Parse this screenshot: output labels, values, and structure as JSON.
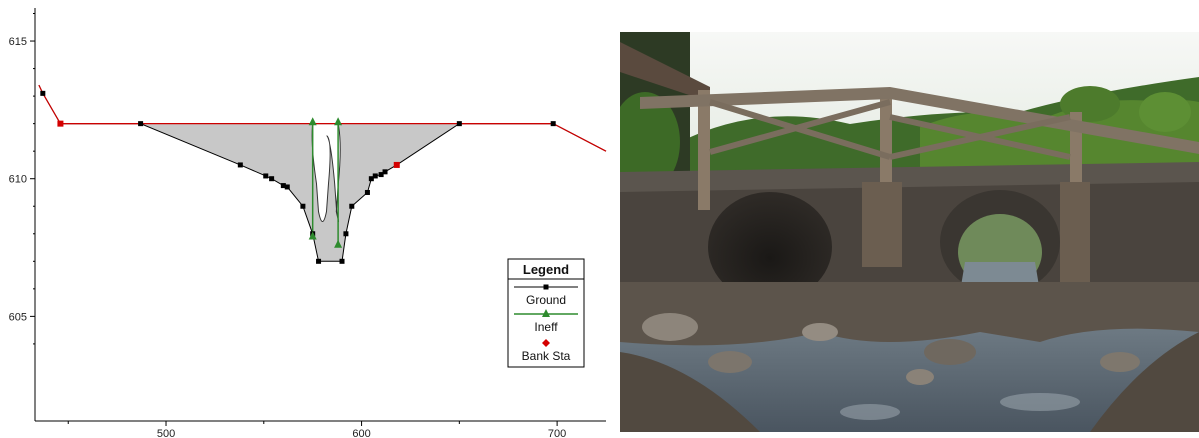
{
  "chart_data": {
    "type": "line",
    "xlim": [
      433,
      725
    ],
    "ylim": [
      601.2,
      616.2
    ],
    "x_ticks": [
      500,
      600,
      700
    ],
    "y_ticks": [
      605,
      610,
      615
    ],
    "x_tick_labels": [
      "500",
      "600",
      "700"
    ],
    "y_tick_labels": [
      "605",
      "610",
      "615"
    ],
    "grid": false,
    "legend_position": "bottom-right",
    "legend": {
      "title": "Legend",
      "entries": [
        "Ground",
        "Ineff",
        "Bank Sta"
      ]
    },
    "series": [
      {
        "name": "Ground",
        "color": "#000000",
        "marker": "square",
        "x": [
          435,
          437,
          446,
          487,
          538,
          551,
          554,
          560,
          562,
          570,
          575,
          578,
          590,
          592,
          595,
          603,
          605,
          607,
          610,
          612,
          618,
          650,
          698,
          725
        ],
        "y": [
          613.4,
          613.1,
          612.0,
          612.0,
          610.5,
          610.1,
          610.0,
          609.75,
          609.7,
          609.0,
          608.0,
          607.0,
          607.0,
          608.0,
          609.0,
          609.5,
          610.0,
          610.1,
          610.15,
          610.25,
          610.5,
          612.0,
          612.0,
          611.0
        ]
      },
      {
        "name": "Ineff",
        "color": "#2e8b2e",
        "marker": "triangle",
        "points_x": [
          575,
          575,
          588,
          588
        ],
        "points_y": [
          612.05,
          607.9,
          612.05,
          607.6
        ]
      },
      {
        "name": "Bank Sta",
        "color": "#d40000",
        "marker": "diamond",
        "x": [
          446,
          618
        ],
        "y": [
          612.0,
          610.5
        ]
      }
    ],
    "water_surface": {
      "elevation": 612.0,
      "color": "#cc0000"
    },
    "flow_area_fill": "#c8c8c8"
  },
  "photo": {
    "description_label": "",
    "sky_color": "#f4f6f4",
    "water_color": "#6f7d8a",
    "stone_color": "#4a443e",
    "foliage_color": "#3f6b2a"
  }
}
